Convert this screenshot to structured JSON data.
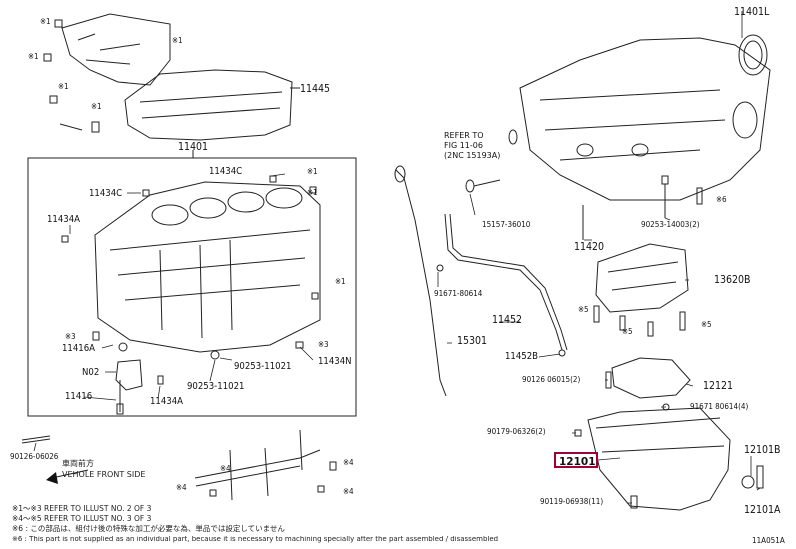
{
  "parts": {
    "p11401L": "11401L",
    "p11445": "11445",
    "p11401": "11401",
    "p11434C_top": "11434C",
    "p11434C_left": "11434C",
    "p11434A_left": "11434A",
    "p11416A": "11416A",
    "p11434N": "11434N",
    "pN02": "N02",
    "p11416": "11416",
    "p11434A_bottom": "11434A",
    "p90253_11021_a": "90253-11021",
    "p90253_11021_b": "90253-11021",
    "p90126_06026": "90126-06026",
    "p15157": "15157-36010",
    "p11420": "11420",
    "p90253_14003": "90253-14003(2)",
    "p91671_80614": "91671-80614",
    "p11452": "11452",
    "p11452B": "11452B",
    "p15301": "15301",
    "p13620B": "13620B",
    "p90126_06015": "90126 06015(2)",
    "p12121": "12121",
    "p91671_80614_4": "91671 80614(4)",
    "p90179_06326": "90179-06326(2)",
    "p12101": "12101",
    "p12101B": "12101B",
    "p12101A": "12101A",
    "p90119_06938": "90119-06938(11)"
  },
  "refer": "REFER TO\nFIG 11-06\n(2NC 15193A)",
  "marks": {
    "x1": "※1",
    "x3": "※3",
    "x4": "※4",
    "x5": "※5",
    "x6": "※6"
  },
  "vehicle_front": "車両前方\nVEHOLE FRONT SIDE",
  "notes": [
    "※1～※3  REFER TO ILLUST NO. 2 OF 3",
    "※4～※5  REFER TO ILLUST NO. 3 OF 3",
    "※6 : この部品は、組付け後の特殊な加工が必要な為、単品では設定していません",
    "※6 : This part is not supplied as an individual part, because it is necessary to machining specially after the part assembled / disassembled"
  ],
  "diagram_id": "11A051A"
}
